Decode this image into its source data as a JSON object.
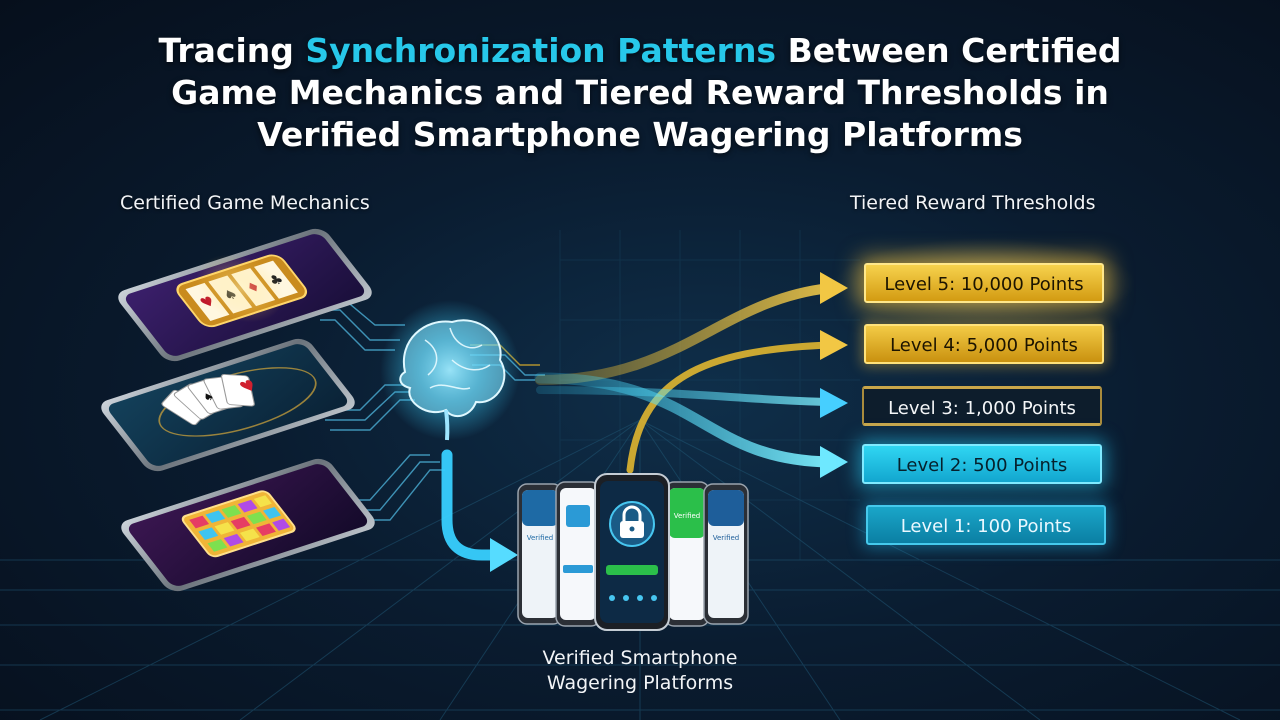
{
  "title": {
    "pre": "Tracing ",
    "accent": "Synchronization Patterns",
    "line1_rest": " Between Certified",
    "line2": "Game Mechanics and Tiered Reward Thresholds in",
    "line3": "Verified Smartphone Wagering Platforms"
  },
  "labels": {
    "left": "Certified Game Mechanics",
    "right": "Tiered Reward Thresholds",
    "bottom_line1": "Verified Smartphone",
    "bottom_line2": "Wagering Platforms"
  },
  "levels": [
    {
      "text": "Level 5: 10,000 Points"
    },
    {
      "text": "Level 4: 5,000 Points"
    },
    {
      "text": "Level 3: 1,000 Points"
    },
    {
      "text": "Level 2: 500 Points"
    },
    {
      "text": "Level 1: 100 Points"
    }
  ],
  "phone_screens": {
    "verified_text": "Verified"
  },
  "colors": {
    "accent_cyan": "#27c8ea",
    "gold": "#e8b623",
    "green": "#2bbf4a",
    "background": "#0a1c30"
  },
  "icons": [
    "brain-icon",
    "lock-icon",
    "playing-cards-icon",
    "slot-reels-icon",
    "gem-grid-icon",
    "arrow-icon"
  ]
}
